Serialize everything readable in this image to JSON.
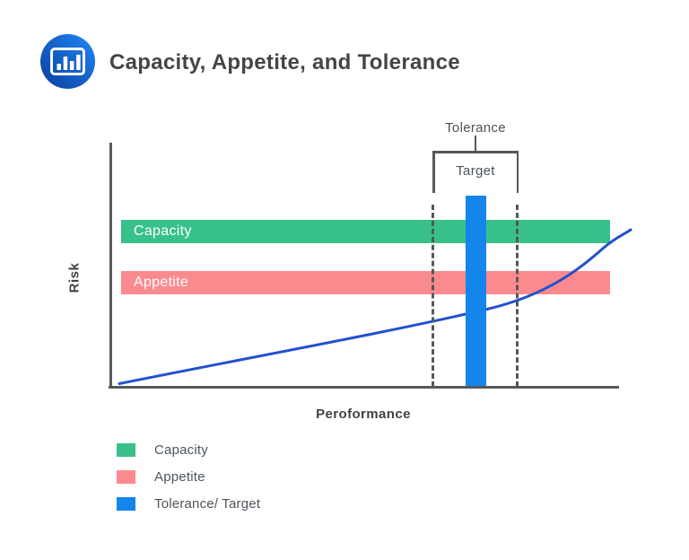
{
  "header": {
    "title": "Capacity, Appetite, and Tolerance",
    "logo_icon": "bar-chart-icon",
    "logo_colors": {
      "gradient_start": "#0a3d9e",
      "gradient_end": "#2187f5",
      "glyph": "#ffffff"
    }
  },
  "chart": {
    "ylabel": "Risk",
    "xlabel": "Peroformance",
    "capacity_band_label": "Capacity",
    "appetite_band_label": "Appetite",
    "tolerance_annotation": "Tolerance",
    "target_annotation": "Target"
  },
  "legend": {
    "items": [
      {
        "label": "Capacity",
        "color": "#38c18a"
      },
      {
        "label": "Appetite",
        "color": "#fb8a8f"
      },
      {
        "label": "Tolerance/ Target",
        "color": "#1485eb"
      }
    ]
  },
  "colors": {
    "capacity_band": "#38c18a",
    "appetite_band": "#fb8a8f",
    "tolerance_target_bar": "#1485eb",
    "risk_curve": "#2350ce",
    "axis": "#58595b",
    "annotation_text": "#4c5257",
    "title_text": "#454545"
  },
  "chart_data": {
    "type": "line",
    "title": "Capacity, Appetite, and Tolerance",
    "xlabel": "Peroformance",
    "ylabel": "Risk",
    "axes_numeric": false,
    "grid": false,
    "curve": {
      "name": "risk-vs-performance-curve",
      "shape": "monotonically increasing, convex (exponential-like), starts at origin area and rises past the bands on the right",
      "color": "#2350ce",
      "points_norm_xy": [
        [
          0.02,
          0.02
        ],
        [
          0.22,
          0.1
        ],
        [
          0.59,
          0.26
        ],
        [
          0.8,
          0.39
        ],
        [
          0.91,
          0.48
        ],
        [
          0.98,
          0.6
        ],
        [
          1.02,
          0.65
        ]
      ]
    },
    "horizontal_bands": [
      {
        "label": "Capacity",
        "color": "#38c18a",
        "risk_level_norm": 0.64,
        "thickness_norm": 0.095
      },
      {
        "label": "Appetite",
        "color": "#fb8a8f",
        "risk_level_norm": 0.43,
        "thickness_norm": 0.095
      }
    ],
    "vertical_marker": {
      "label": "Tolerance/ Target",
      "color": "#1485eb",
      "performance_norm": 0.72,
      "top_norm": 0.785
    },
    "tolerance_range_norm": [
      0.63,
      0.8
    ],
    "annotations": [
      {
        "text": "Tolerance",
        "attached_to": "outer dashed range bracket"
      },
      {
        "text": "Target",
        "attached_to": "inner bracket around blue bar"
      }
    ],
    "legend": {
      "position": "bottom-left",
      "entries": [
        "Capacity",
        "Appetite",
        "Tolerance/ Target"
      ]
    }
  }
}
